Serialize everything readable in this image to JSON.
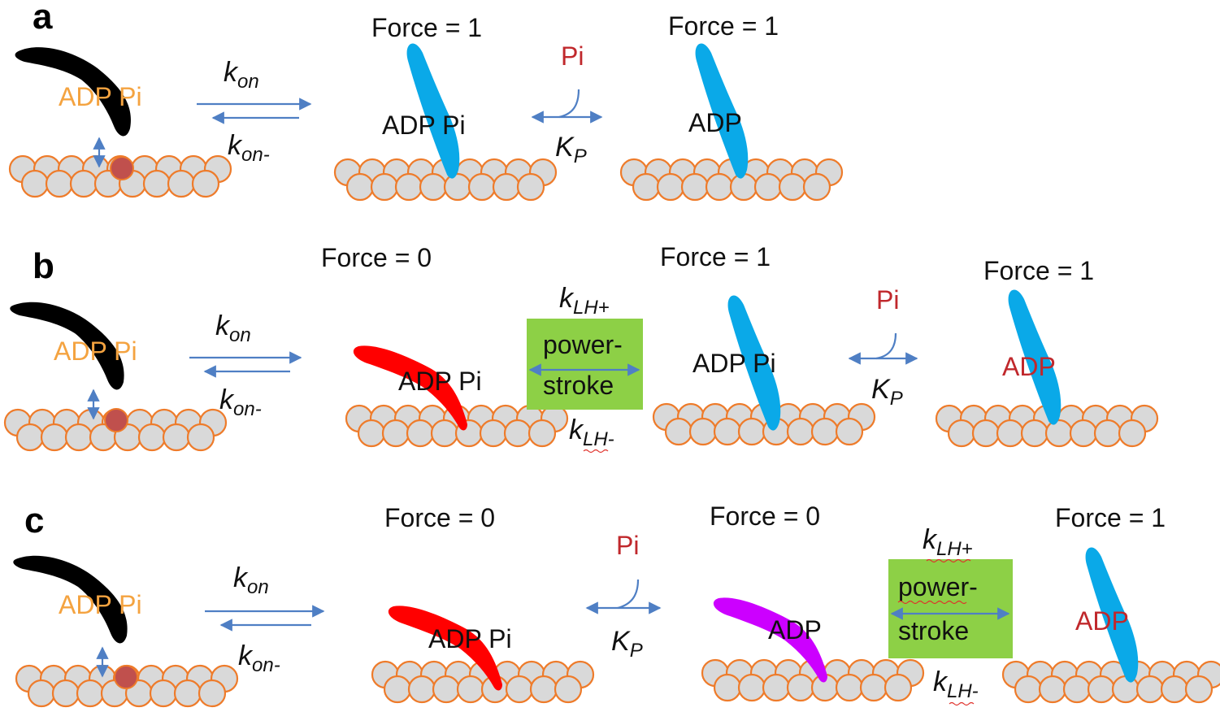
{
  "panels": [
    {
      "letter": "a",
      "states": [
        {
          "nucleotide": "ADP Pi"
        },
        {
          "force": "Force = 1",
          "nucleotide": "ADP Pi"
        },
        {
          "force": "Force = 1",
          "nucleotide": "ADP"
        }
      ],
      "transitions": [
        {
          "forward": "on",
          "reverse": "on-"
        },
        {
          "released": "Pi",
          "constant": "P"
        }
      ]
    },
    {
      "letter": "b",
      "states": [
        {
          "nucleotide": "ADP Pi"
        },
        {
          "force": "Force = 0",
          "nucleotide": "ADP Pi"
        },
        {
          "force": "Force = 1",
          "nucleotide": "ADP Pi"
        },
        {
          "force": "Force = 1",
          "nucleotide": "ADP"
        }
      ],
      "transitions": [
        {
          "forward": "on",
          "reverse": "on-"
        },
        {
          "box_line1": "power-",
          "box_line2": "stroke",
          "forward": "LH+",
          "reverse": "LH-"
        },
        {
          "released": "Pi",
          "constant": "P"
        }
      ]
    },
    {
      "letter": "c",
      "states": [
        {
          "nucleotide": "ADP Pi"
        },
        {
          "force": "Force = 0",
          "nucleotide": "ADP Pi"
        },
        {
          "force": "Force = 0",
          "nucleotide": "ADP"
        },
        {
          "force": "Force = 1",
          "nucleotide": "ADP"
        }
      ],
      "transitions": [
        {
          "forward": "on",
          "reverse": "on-"
        },
        {
          "released": "Pi",
          "constant": "P"
        },
        {
          "box_line1": "power-",
          "box_line2": "stroke",
          "forward": "LH+",
          "reverse": "LH-"
        }
      ]
    }
  ],
  "rate_symbols": {
    "lower": "k",
    "upper": "K"
  },
  "colors": {
    "detached_head": "#000000",
    "prestroke_head": "#ff0000",
    "poststroke_head": "#0aa9e8",
    "adp_prestroke_head": "#cc00ff",
    "actin_fill": "#d9d9d9",
    "actin_outline": "#ee7b2a",
    "binding_site": "#c0504d",
    "arrow": "#4f7fc4",
    "powerstroke_box": "#8dd046",
    "label_orange": "#f4a340",
    "label_red": "#c0282c"
  }
}
